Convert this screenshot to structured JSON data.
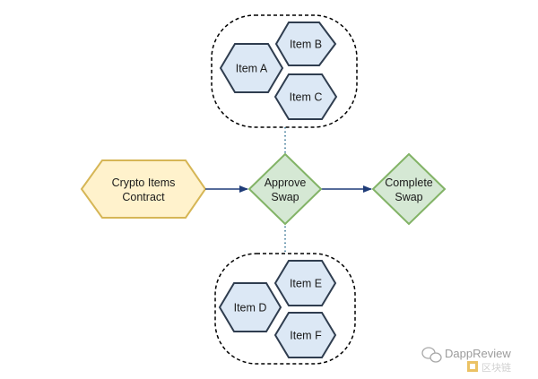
{
  "colors": {
    "hex_fill": "#dce8f5",
    "hex_stroke": "#2f3d4f",
    "diamond_fill": "#d5e8d4",
    "diamond_stroke": "#82b366",
    "contract_fill": "#fff2cc",
    "contract_stroke": "#d6b656",
    "arrow": "#1f3c78",
    "connector": "#2f6f8f",
    "group_border": "#000000"
  },
  "contract": {
    "line1": "Crypto Items",
    "line2": "Contract"
  },
  "approve": {
    "line1": "Approve",
    "line2": "Swap"
  },
  "complete": {
    "line1": "Complete",
    "line2": "Swap"
  },
  "top_group": {
    "items": [
      "Item A",
      "Item B",
      "Item C"
    ]
  },
  "bottom_group": {
    "items": [
      "Item D",
      "Item E",
      "Item F"
    ]
  },
  "watermark": {
    "brand": "DappReview",
    "sub": "区块链"
  }
}
